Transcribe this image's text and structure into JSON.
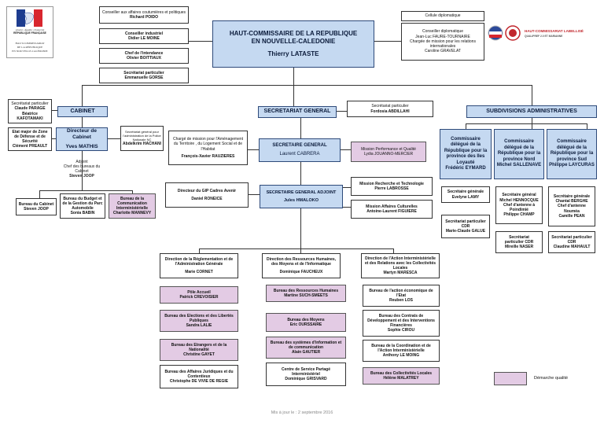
{
  "logo_left": {
    "motto": "Liberté • Égalité • Fraternité",
    "country": "RÉPUBLIQUE FRANÇAISE",
    "l1": "HAUT-COMMISSARIAT",
    "l2": "DE LA RÉPUBLIQUE",
    "l3": "EN NOUVELLE-CALÉDONIE"
  },
  "logo_right": {
    "name": "HAUT-COMMISSARIAT LABELLISÉ",
    "sub": "QUALIPREF 2.0 ET MARIANNE"
  },
  "hc": {
    "l1": "HAUT-COMMISSAIRE DE LA REPUBLIQUE",
    "l2": "EN NOUVELLE-CALEDONIE",
    "name": "Thierry LATASTE"
  },
  "left_top": [
    {
      "title": "Conseiller aux affaires coutumières et politiques",
      "name": "Richard POIDO"
    },
    {
      "title": "Conseiller industriel",
      "name": "Didier LE MOINE"
    },
    {
      "title": "Chef de l'intendance",
      "name": "Olivier BOITTIAUX"
    },
    {
      "title": "Secrétariat particulier",
      "name": "Emmanuelle GORSE"
    }
  ],
  "diplo": {
    "title": "Cellule diplomatique",
    "c1": "Conseiller diplomatique",
    "n1": "Jean-Luc FAURE-TOURNAIRE",
    "c2": "Chargée de mission pour les relations internationales",
    "n2": "Caroline GRAVELAT"
  },
  "cabinet": {
    "label": "CABINET",
    "sec_title": "Secrétariat particulier",
    "sec_n1": "Claude PARAGE",
    "sec_n2": "Béatrice KAFOTAMAKI",
    "em_title": "Etat major de Zone de Défense et de Sécurité",
    "em_name": "Clément PREAULT",
    "dir_title": "Directeur de Cabinet",
    "dir_name": "Yves MATHIS",
    "pol_title": "Secrétariat général pour l'administration de la Police Nationale NC",
    "pol_name": "Abdelkrim HACHANI",
    "adj_title": "Adjoint",
    "adj_sub": "Chef des bureaux du Cabinet",
    "adj_name": "Steven JOOP",
    "b1_title": "Bureau du Cabinet",
    "b1_name": "Steven JOOP",
    "b2_title": "Bureau du Budget et de la Gestion du Parc Automobile",
    "b2_name": "Sonia BABIN",
    "b3_title": "Bureau de la Communication Interministérielle",
    "b3_name": "Charlotte MANNEVY"
  },
  "sg": {
    "label": "SECRETARIAT GENERAL",
    "sec_title": "Secrétariat particulier",
    "sec_name": "Fordosia ABDILLAHI",
    "cm_title": "Chargé de mission pour l'Aménagement du Territoire , du Logement Social et de l'Habitat",
    "cm_name": "François-Xavier RAUZIERES",
    "sgen_title": "SECRETAIRE GENERAL",
    "sgen_name": "Laurent CABRERA",
    "mpq_title": "Mission Performance et Qualité",
    "mpq_name": "Lydia JOUANNO-MERCIER",
    "gip_title": "Directeur du GIP Cadres Avenir",
    "gip_name": "Daniel RONEICE",
    "sga_title": "SECRETAIRE GENERAL ADJOINT",
    "sga_name": "Jules HMALOKO",
    "mrt_title": "Mission Recherche et Technologie",
    "mrt_name": "Pierre LABROSSE",
    "mac_title": "Mission Affaires Culturelles",
    "mac_name": "Antoine-Laurent FIGUIERE"
  },
  "directions": [
    {
      "title": "Direction de la Réglementation et de l'Administration Générale",
      "name": "Marie CORNET",
      "bureaus": [
        {
          "title": "Pôle Accueil",
          "name": "Patrick CREVOISIER",
          "q": true
        },
        {
          "title": "Bureau des Elections et des Libertés Publiques",
          "name": "Sandra LALIE",
          "q": true
        },
        {
          "title": "Bureau des Etrangers et de la Nationalité",
          "name": "Christine GAYET",
          "q": true
        },
        {
          "title": "Bureau des Affaires Juridiques et du Contentieux",
          "name": "Christophe DE VIVIE DE REGIE",
          "q": false
        }
      ]
    },
    {
      "title": "Direction des Ressources Humaines, des Moyens et de l'Informatique",
      "name": "Dominique FAUCHEUX",
      "bureaus": [
        {
          "title": "Bureau des Ressources Humaines",
          "name": "Martine SUCH-SMEETS",
          "q": true
        },
        {
          "title": "Bureau des Moyens",
          "name": "Eric OURSSAIRE",
          "q": true
        },
        {
          "title": "Bureau des systèmes d'information et de communication",
          "name": "Alain GAUTIER",
          "q": true
        },
        {
          "title": "Centre de Service Partagé Interministériel",
          "name": "Dominique GRISVARD",
          "q": false
        }
      ]
    },
    {
      "title": "Direction de l'Action Interministérielle et des Relations avec les Collectivités Locales",
      "name": "Martyn MARESCA",
      "bureaus": [
        {
          "title": "Bureau de l'action économique de l'Etat",
          "name": "Reuben LOS",
          "q": false
        },
        {
          "title": "Bureau des Contrats de Développement et des Interventions Financières",
          "name": "Sophie CIROU",
          "q": false
        },
        {
          "title": "Bureau de la Coordination et de l'Action Interministérielle",
          "name": "Anthony LE MOING",
          "q": false
        },
        {
          "title": "Bureau des Collectivités Locales",
          "name": "Hélène MALATREY",
          "q": true
        }
      ]
    }
  ],
  "subdiv": {
    "label": "SUBDIVISIONS ADMINISTRATIVES",
    "cols": [
      {
        "title": "Commissaire délégué de la République pour la province des Iles Loyauté",
        "name": "Frédéric EYMARD",
        "sg_title": "Secrétaire générale",
        "sg_name": "Evelyne LAMY",
        "third_l1": "Secrétariat particulier",
        "third_l2": "CDR",
        "third_l3": "Marie-Claude GALUE"
      },
      {
        "title": "Commissaire délégué de la République pour la province Nord",
        "name": "Michel SALLENAVE",
        "sg_title": "Secrétaire général",
        "sg_name": "Michel HENNOCQUE",
        "sg_l3": "Chef d'antenne à Poindimié",
        "sg_l4": "Philippe CHAMP",
        "third_l1": "Secrétariat",
        "third_l2": "particulier CDR",
        "third_l3": "Mireille NASER"
      },
      {
        "title": "Commissaire délégué de la République pour la province Sud",
        "name": "Philippe LAYCURAS",
        "sg_title": "Secrétaire générale",
        "sg_name": "Chantal BERGHE",
        "sg_l3": "Chef d'antenne Nouméa",
        "sg_l4": "Camille PEAN",
        "third_l1": "Secrétariat particulier",
        "third_l2": "CDR",
        "third_l3": "Claudine MAHAULT"
      }
    ]
  },
  "legend": {
    "label": "Démarche qualité"
  },
  "footer": "Mis à jour le : 2 septembre 2016",
  "colors": {
    "blue": "#c5d9f1",
    "mauve": "#e3cbe4",
    "border": "#333333"
  }
}
